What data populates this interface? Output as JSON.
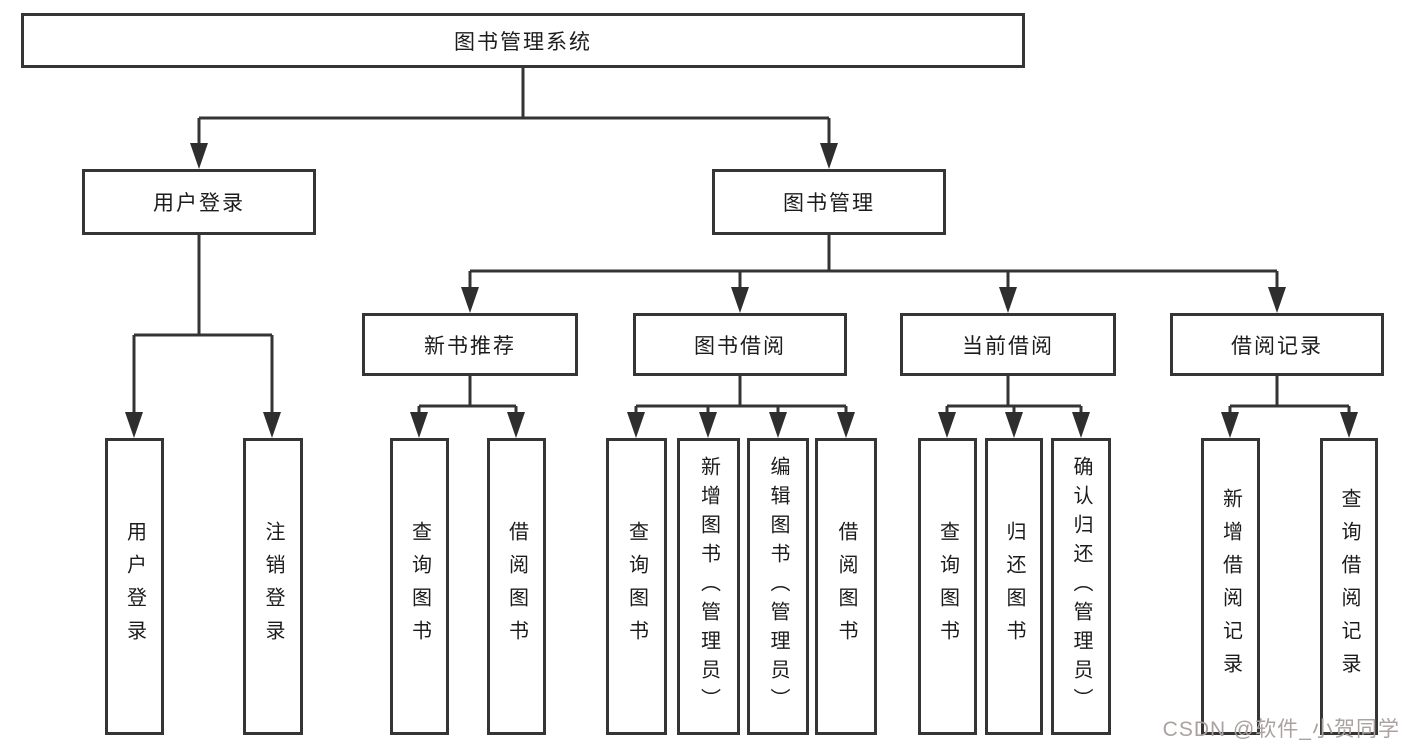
{
  "watermark": "CSDN @软件_小贺同学",
  "colors": {
    "line": "#343434",
    "arrow": "#2e2e2e",
    "box_border": "#353535",
    "text": "#1c1c1c",
    "background": "#ffffff",
    "watermark": "#aaa1a1"
  },
  "tree": {
    "label": "图书管理系统",
    "children": [
      {
        "label": "用户登录",
        "children": [
          {
            "label": "用户登录"
          },
          {
            "label": "注销登录"
          }
        ]
      },
      {
        "label": "图书管理",
        "children": [
          {
            "label": "新书推荐",
            "children": [
              {
                "label": "查询图书"
              },
              {
                "label": "借阅图书"
              }
            ]
          },
          {
            "label": "图书借阅",
            "children": [
              {
                "label": "查询图书"
              },
              {
                "label": "新增图书（管理员）"
              },
              {
                "label": "编辑图书（管理员）"
              },
              {
                "label": "借阅图书"
              }
            ]
          },
          {
            "label": "当前借阅",
            "children": [
              {
                "label": "查询图书"
              },
              {
                "label": "归还图书"
              },
              {
                "label": "确认归还（管理员）"
              }
            ]
          },
          {
            "label": "借阅记录",
            "children": [
              {
                "label": "新增借阅记录"
              },
              {
                "label": "查询借阅记录"
              }
            ]
          }
        ]
      }
    ]
  }
}
